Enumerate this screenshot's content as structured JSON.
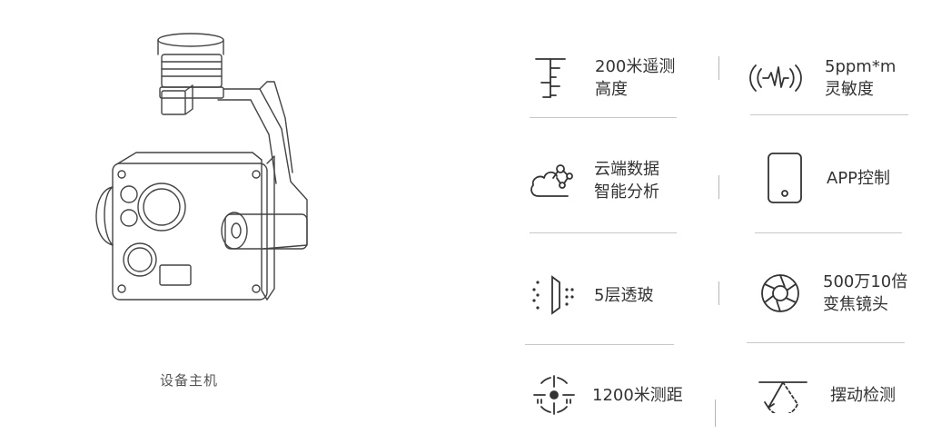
{
  "device": {
    "caption": "设备主机"
  },
  "features": [
    {
      "icon": "altitude-ruler-icon",
      "label": "200米遥测\n高度"
    },
    {
      "icon": "gas-waveform-icon",
      "label": "5ppm*m\n灵敏度"
    },
    {
      "icon": "cloud-network-icon",
      "label": "云端数据\n智能分析"
    },
    {
      "icon": "mobile-phone-icon",
      "label": "APP控制"
    },
    {
      "icon": "glass-penetration-icon",
      "label": "5层透玻"
    },
    {
      "icon": "camera-aperture-icon",
      "label": "500万10倍\n变焦镜头"
    },
    {
      "icon": "target-crosshair-icon",
      "label": "1200米测距"
    },
    {
      "icon": "swing-angle-icon",
      "label": "摆动检测"
    }
  ],
  "colors": {
    "text": "#333333",
    "line": "#c8c8c8",
    "icon": "#333333"
  }
}
